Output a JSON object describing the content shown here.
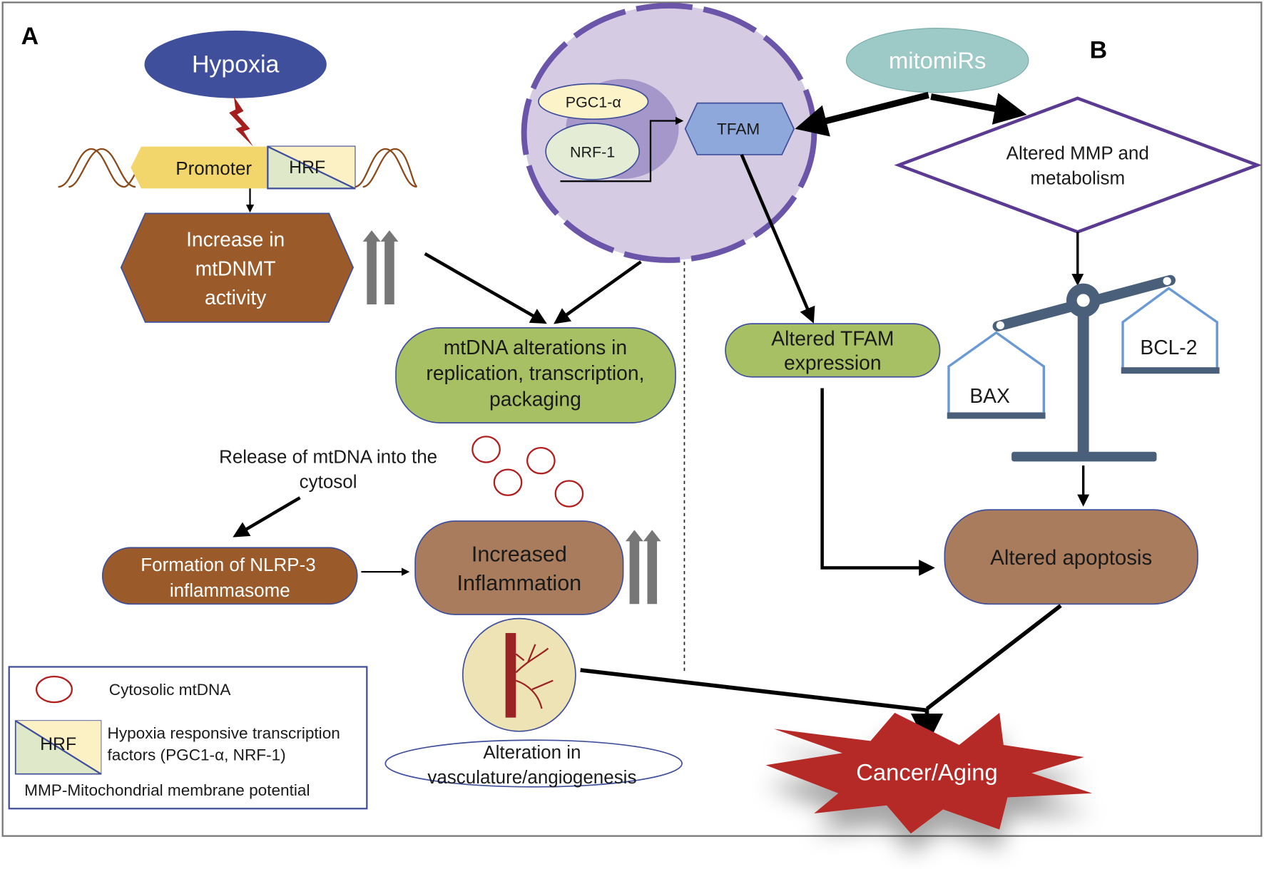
{
  "panels": {
    "a": "A",
    "b": "B"
  },
  "nodes": {
    "hypoxia": "Hypoxia",
    "promoter": "Promoter",
    "hrf": "HRF",
    "mtdnmt": [
      "Increase in",
      "mtDNMT",
      "activity"
    ],
    "pgc1a": "PGC1-α",
    "nrf1": "NRF-1",
    "tfam": "TFAM",
    "mitomirs": "mitomiRs",
    "mmp": [
      "Altered MMP and",
      "metabolism"
    ],
    "mtdna_alterations": [
      "mtDNA alterations in",
      "replication, transcription,",
      "packaging"
    ],
    "altered_tfam": [
      "Altered TFAM",
      "expression"
    ],
    "bax": "BAX",
    "bcl2": "BCL-2",
    "release": [
      "Release of mtDNA into the",
      "cytosol"
    ],
    "nlrp3": [
      "Formation of NLRP-3",
      "inflammasome"
    ],
    "inflammation": [
      "Increased",
      "Inflammation"
    ],
    "apoptosis": "Altered apoptosis",
    "vasculature": [
      "Alteration in",
      "vasculature/angiogenesis"
    ],
    "cancer": "Cancer/Aging"
  },
  "legend": {
    "cytosolic": "Cytosolic mtDNA",
    "hrf": "HRF",
    "hrf_desc": [
      "Hypoxia responsive transcription",
      "factors (PGC1-α, NRF-1)"
    ],
    "mmp": "MMP-Mitochondrial membrane potential"
  },
  "colors": {
    "hypoxia": "#3f4f9b",
    "brown_dark": "#9a5a2a",
    "brown_light": "#a87c5c",
    "green": "#a8c064",
    "tfam": "#8fa8dc",
    "mitomirs": "#9dc9c6",
    "nucleus": "#d5cbe3",
    "nucleus_border": "#6a55a8",
    "cancer": "#b52a25",
    "scale": "#4a5f7a"
  }
}
